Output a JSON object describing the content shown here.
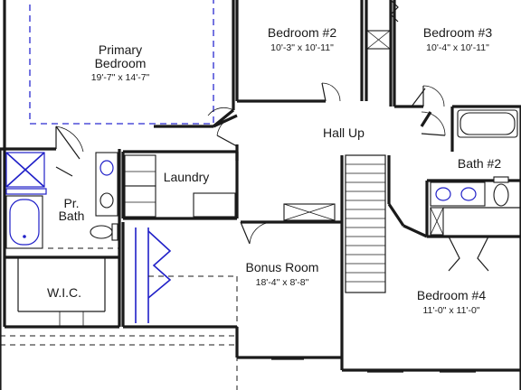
{
  "rooms": {
    "primary_bedroom": {
      "name_line1": "Primary",
      "name_line2": "Bedroom",
      "dims": "19'-7\" x 14'-7\""
    },
    "bedroom2": {
      "name": "Bedroom #2",
      "dims": "10'-3\" x 10'-11\""
    },
    "bedroom3": {
      "name": "Bedroom #3",
      "dims": "10'-4\" x 10'-11\""
    },
    "hall": {
      "name": "Hall Up"
    },
    "laundry": {
      "name": "Laundry"
    },
    "bath2": {
      "name": "Bath #2"
    },
    "primary_bath": {
      "name_line1": "Pr.",
      "name_line2": "Bath"
    },
    "wic": {
      "name": "W.I.C."
    },
    "bonus_room": {
      "name": "Bonus Room",
      "dims": "18'-4\" x 8'-8\""
    },
    "bedroom4": {
      "name": "Bedroom #4",
      "dims": "11'-0\" x 11'-0\""
    }
  }
}
